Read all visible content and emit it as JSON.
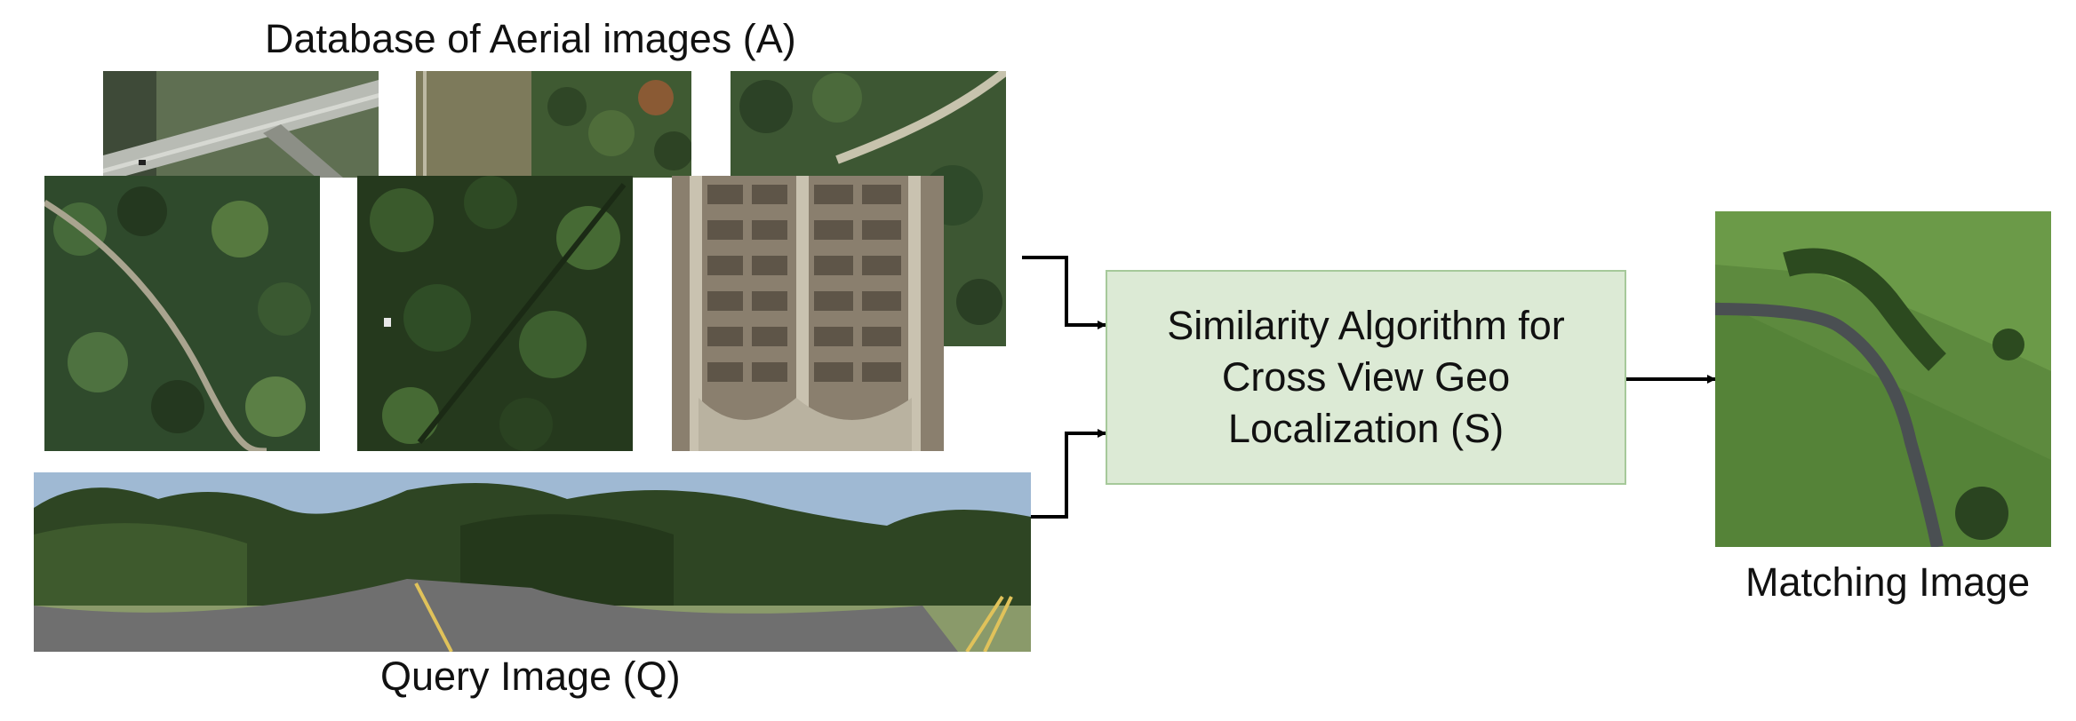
{
  "database": {
    "title": "Database of Aerial images (A)"
  },
  "query": {
    "label": "Query Image (Q)"
  },
  "algorithm": {
    "lines": [
      "Similarity Algorithm for",
      "Cross View Geo",
      "Localization (S)"
    ]
  },
  "result": {
    "label": "Matching Image"
  },
  "colors": {
    "box_fill": "#dcead5",
    "box_border": "#a6c99a",
    "arrow": "#000000"
  }
}
